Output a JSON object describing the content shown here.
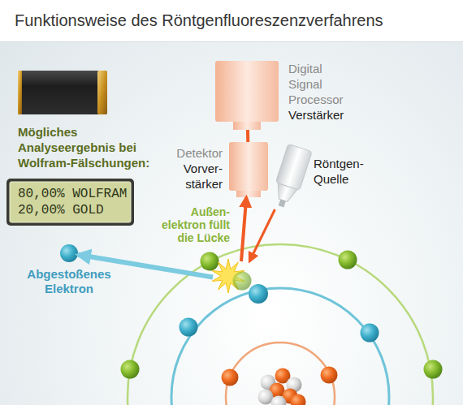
{
  "diagram": {
    "title": "Funktionsweise des Röntgenfluoreszenzverfahrens",
    "nodes": [
      {
        "text": [
          "Digital Signal Processor",
          "Verstärker"
        ]
      },
      {
        "text": [
          "Detektor",
          "Vorver- stärker"
        ]
      },
      {
        "text": [
          "Röntgen- Quelle"
        ]
      },
      {
        "text": [
          "80,00% WOLFRAM",
          "20,00% GOLD"
        ]
      },
      {
        "text": [
          "Außen- elektron füllt die Lücke"
        ]
      },
      {
        "text": [
          "Abgestoßenes Elektron"
        ]
      }
    ],
    "edges": [
      {
        "from": 1,
        "to": 0,
        "arrow": "none"
      },
      {
        "from": 4,
        "to": 1,
        "arrow": "to"
      },
      {
        "from": 2,
        "to": 4,
        "arrow": "to"
      },
      {
        "from": 4,
        "to": 5,
        "arrow": "to"
      }
    ],
    "labels": [
      "Mögliches Analyseergebnis bei Wolfram-Fälschungen:"
    ]
  }
}
